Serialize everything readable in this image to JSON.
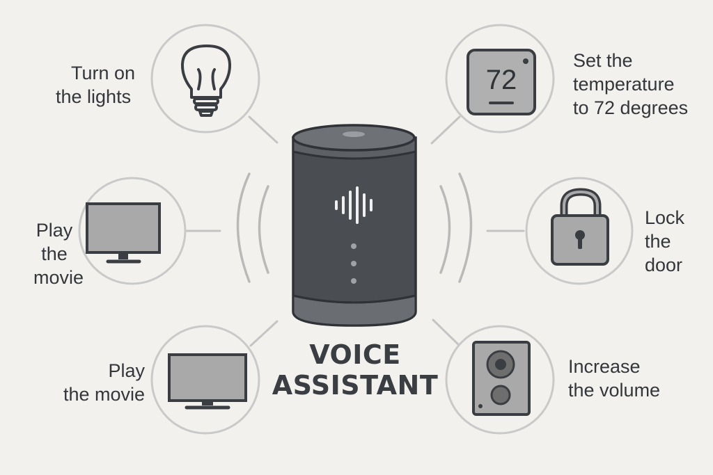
{
  "title": {
    "line1": "VOICE",
    "line2": "ASSISTANT"
  },
  "thermostat_value": "72",
  "commands": {
    "lights": {
      "icon": "lightbulb-icon",
      "lines": [
        "Turn on",
        "the lights"
      ]
    },
    "temperature": {
      "icon": "thermostat-icon",
      "lines": [
        "Set the",
        "temperature",
        "to 72 degrees"
      ]
    },
    "movie_left": {
      "icon": "monitor-icon",
      "lines": [
        "Play",
        "the",
        "movie"
      ]
    },
    "lock": {
      "icon": "padlock-icon",
      "lines": [
        "Lock",
        "the",
        "door"
      ]
    },
    "movie_bottom": {
      "icon": "tv-icon",
      "lines": [
        "Play",
        "the movie"
      ]
    },
    "volume": {
      "icon": "speaker-icon",
      "lines": [
        "Increase",
        "the volume"
      ]
    }
  },
  "colors": {
    "background": "#f3f1ed",
    "device_body": "#4a4d52",
    "device_dark": "#3b3e42",
    "ring": "#c9c9c9",
    "icon_stroke": "#3a3d41",
    "icon_fill": "#a9a9a9"
  }
}
